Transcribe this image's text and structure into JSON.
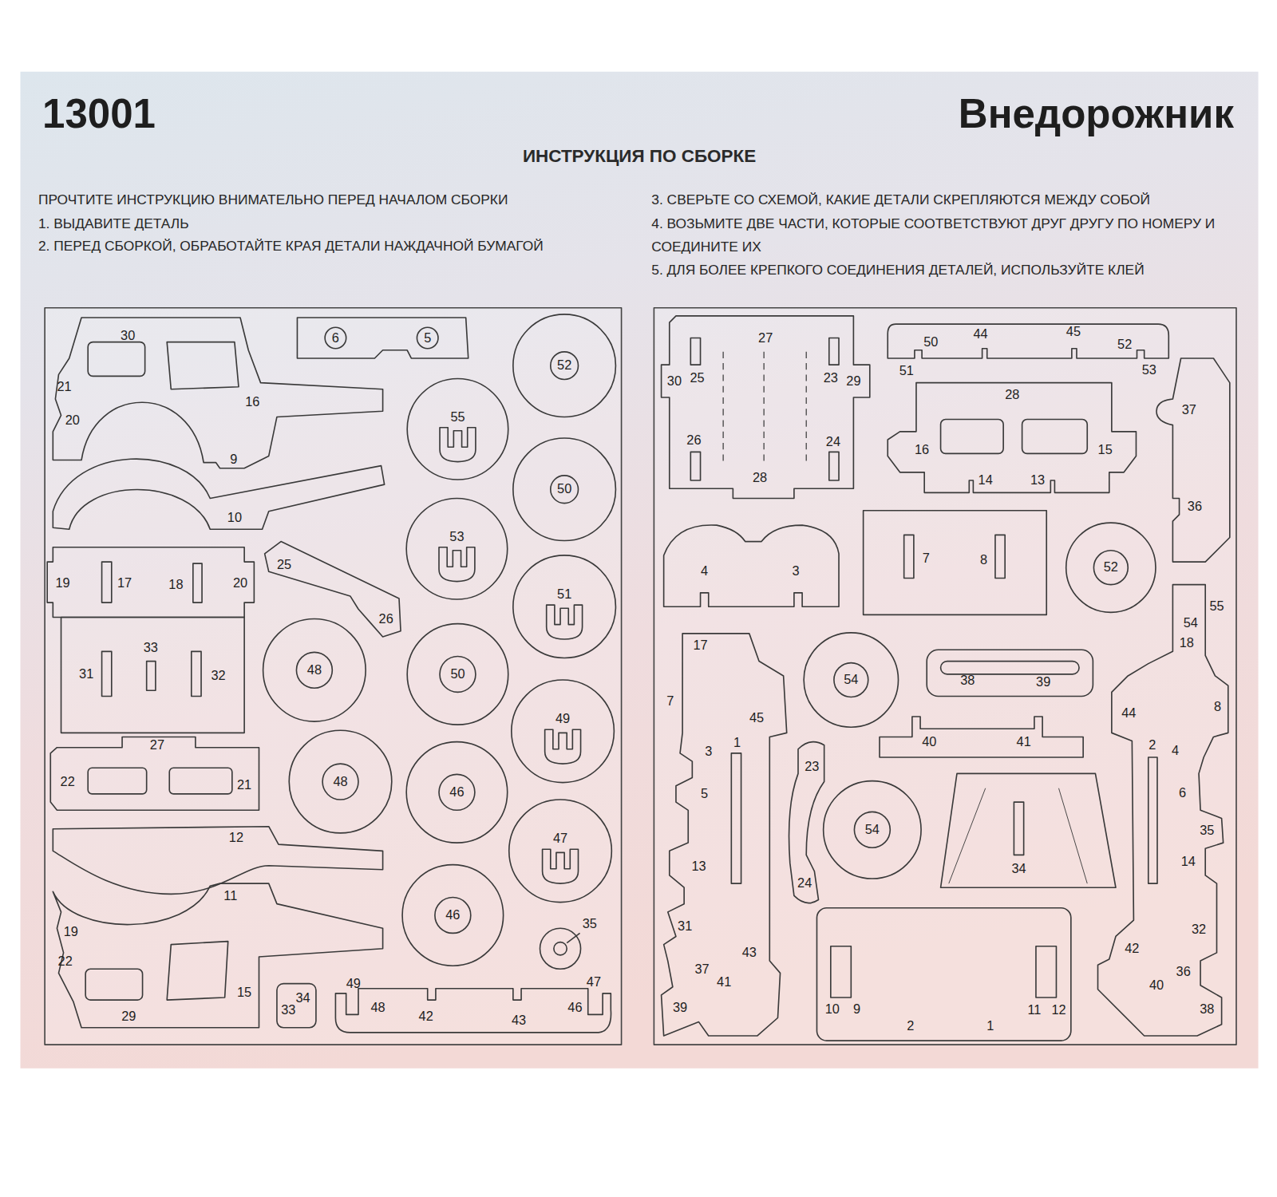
{
  "diagram": {
    "title": "Внедорожник",
    "labels": [
      "13001",
      "ИНСТРУКЦИЯ ПО СБОРКЕ",
      "ПРОЧТИТЕ ИНСТРУКЦИЮ ВНИМАТЕЛЬНО ПЕРЕД НАЧАЛОМ СБОРКИ",
      "1. ВЫДАВИТЕ ДЕТАЛЬ",
      "2. ПЕРЕД СБОРКОЙ, ОБРАБОТАЙТЕ КРАЯ ДЕТАЛИ НАЖДАЧНОЙ БУМАГОЙ",
      "3. СВЕРЬТЕ СО СХЕМОЙ, КАКИЕ ДЕТАЛИ СКРЕПЛЯЮТСЯ МЕЖДУ СОБОЙ",
      "4. ВОЗЬМИТЕ ДВЕ ЧАСТИ, КОТОРЫЕ СООТВЕТСТВУЮТ ДРУГ ДРУГУ ПО НОМЕРУ И СОЕДИНИТЕ ИХ",
      "5. ДЛЯ БОЛЕЕ КРЕПКОГО СОЕДИНЕНИЯ ДЕТАЛЕЙ, ИСПОЛЬЗУЙТЕ КЛЕЙ",
      "30",
      "6",
      "5",
      "52",
      "21",
      "16",
      "55",
      "20",
      "9",
      "50",
      "10",
      "53",
      "25",
      "19",
      "17",
      "18",
      "20",
      "51",
      "26",
      "33",
      "48",
      "31",
      "50",
      "32",
      "49",
      "27",
      "22",
      "48",
      "21",
      "46",
      "12",
      "47",
      "11",
      "46",
      "35",
      "19",
      "22",
      "49",
      "47",
      "15",
      "34",
      "48",
      "46",
      "33",
      "29",
      "42",
      "43",
      "27",
      "44",
      "45",
      "50",
      "52",
      "25",
      "23",
      "30",
      "29",
      "51",
      "53",
      "28",
      "37",
      "26",
      "24",
      "16",
      "15",
      "28",
      "14",
      "13",
      "36",
      "7",
      "8",
      "52",
      "4",
      "3",
      "55",
      "54",
      "18",
      "17",
      "54",
      "38",
      "39",
      "7",
      "8",
      "44",
      "45",
      "40",
      "41",
      "1",
      "2",
      "4",
      "3",
      "23",
      "6",
      "5",
      "54",
      "35",
      "14",
      "13",
      "34",
      "24",
      "31",
      "32",
      "42",
      "43",
      "37",
      "36",
      "41",
      "40",
      "39",
      "10",
      "9",
      "38",
      "11",
      "12",
      "2",
      "1"
    ]
  }
}
